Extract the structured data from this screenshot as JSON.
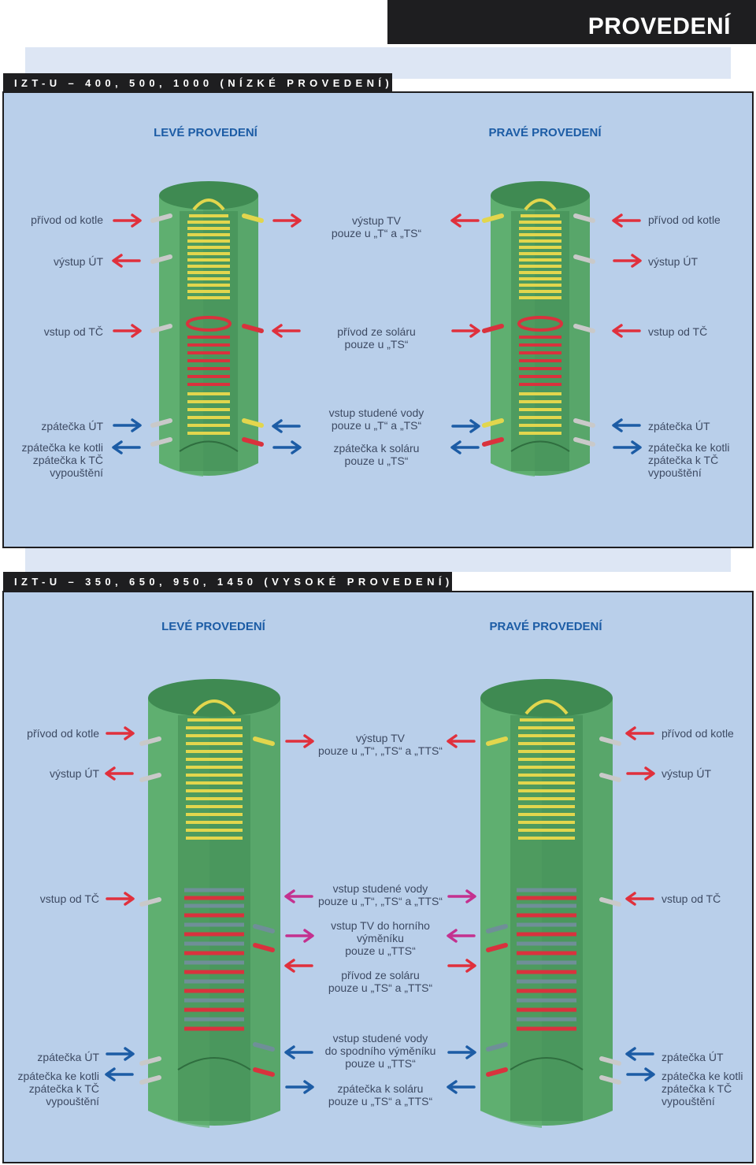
{
  "header": {
    "title": "PROVEDENÍ"
  },
  "sections": [
    {
      "title": "IZT-U – 400, 500, 1000 (NÍZKÉ PROVEDENÍ)",
      "left_heading": "LEVÉ PROVEDENÍ",
      "right_heading": "PRAVÉ PROVEDENÍ",
      "labels": {
        "boiler_supply": "přívod od kotle",
        "heating_outlet": "výstup ÚT",
        "hp_inlet": "vstup od TČ",
        "heating_return": "zpátečka ÚT",
        "multi_return": [
          "zpátečka ke kotli",
          "zpátečka k TČ",
          "vypouštění"
        ],
        "hw_outlet": [
          "výstup TV",
          "pouze u „T“ a „TS“"
        ],
        "solar_supply": [
          "přívod ze soláru",
          "pouze u „TS“"
        ],
        "cold_inlet": [
          "vstup studené vody",
          "pouze u „T“ a „TS“"
        ],
        "solar_return": [
          "zpátečka k soláru",
          "pouze u „TS“"
        ]
      }
    },
    {
      "title": "IZT-U – 350, 650, 950, 1450 (VYSOKÉ PROVEDENÍ)",
      "left_heading": "LEVÉ PROVEDENÍ",
      "right_heading": "PRAVÉ PROVEDENÍ",
      "labels": {
        "boiler_supply": "přívod od kotle",
        "heating_outlet": "výstup ÚT",
        "hp_inlet": "vstup od TČ",
        "heating_return": "zpátečka ÚT",
        "multi_return": [
          "zpátečka ke kotli",
          "zpátečka k TČ",
          "vypouštění"
        ],
        "hw_outlet": [
          "výstup TV",
          "pouze u „T“, „TS“ a „TTS“"
        ],
        "cold_inlet": [
          "vstup studené vody",
          "pouze u „T“, „TS“ a „TTS“"
        ],
        "hw_upper_inlet": [
          "vstup TV do horního",
          "výměníku",
          "pouze u „TTS“"
        ],
        "solar_supply": [
          "přívod ze soláru",
          "pouze u „TS“ a „TTS“"
        ],
        "cold_lower_inlet": [
          "vstup studené vody",
          "do spodního výměníku",
          "pouze u „TTS“"
        ],
        "solar_return": [
          "zpátečka k soláru",
          "pouze u „TS“ a „TTS“"
        ]
      }
    }
  ],
  "colors": {
    "panel": "#b9cfea",
    "tank": "#5aa96b",
    "coil_hot": "#d9323d",
    "coil_warm": "#e2d64d",
    "coil_cold": "#6f8f98",
    "arrow_red": "#e0303c",
    "arrow_blue": "#1c5ca5",
    "arrow_magenta": "#c4318f"
  }
}
